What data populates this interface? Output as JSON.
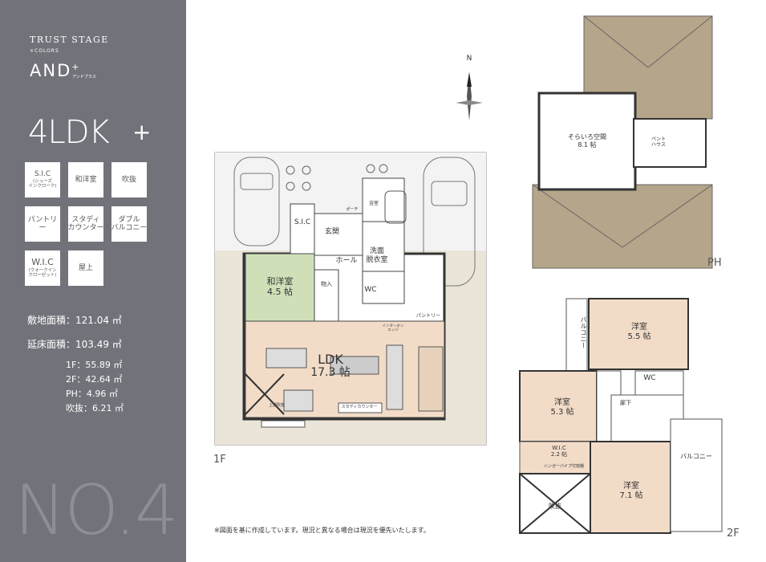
{
  "brand": {
    "line1": "TRUST STAGE",
    "line2": "×COLORS",
    "and": "AND",
    "plus": "+",
    "and_kana": "アンドプラス"
  },
  "plan": {
    "name": "4LDK",
    "plus": "+",
    "number": "NO.4"
  },
  "tags": [
    {
      "label": "S.I.C",
      "sub": "(シューズ\nインクローク)"
    },
    {
      "label": "和洋室",
      "sub": ""
    },
    {
      "label": "吹抜",
      "sub": ""
    },
    {
      "label": "パントリー",
      "sub": ""
    },
    {
      "label": "スタディ\nカウンター",
      "sub": ""
    },
    {
      "label": "ダブル\nバルコニー",
      "sub": ""
    },
    {
      "label": "W.I.C",
      "sub": "(ウォークイン\nクローゼット)"
    },
    {
      "label": "屋上",
      "sub": ""
    }
  ],
  "areas": {
    "site": "敷地面積：121.04 ㎡",
    "floor": "延床面積：103.49 ㎡",
    "f1": "1F：55.89 ㎡",
    "f2": "2F：42.64 ㎡",
    "ph": "PH：4.96 ㎡",
    "void": "吹抜：6.21 ㎡"
  },
  "floor_labels": {
    "f1": "1F",
    "f2": "2F",
    "ph": "PH"
  },
  "compass": "N",
  "rooms_1f": {
    "washitsu": "和洋室\n4.5 帖",
    "ldk_name": "LDK",
    "ldk_size": "17.3 帖",
    "sic": "S.I.C",
    "genkan": "玄関",
    "hall": "ホール",
    "senmen": "洗面\n脱衣室",
    "wc": "WC",
    "yokushitsu": "浴室",
    "monoire": "物入",
    "pantry": "パントリー",
    "study": "スタディカウンター",
    "porch": "ポーチ",
    "fukinuke": "上部吹抜",
    "interphone": "インターホン\nエッジ"
  },
  "rooms_2f": {
    "balcony1": "バルコニー",
    "yoshitsu1": "洋室\n5.5 帖",
    "wc": "WC",
    "yoshitsu2": "洋室\n5.3 帖",
    "rouka": "廊下",
    "wic": "W.I.C\n2.2 帖",
    "hanger": "ハンガーパイプ付枕棚",
    "yoshitsu3": "洋室\n7.1 帖",
    "balcony2": "バルコニー",
    "fukinuke": "吹抜"
  },
  "rooms_ph": {
    "sorairo": "そらいろ空間\n8.1 帖",
    "penthouse": "ペント\nハウス"
  },
  "note": "※図面を基に作成しています。現況と異なる場合は現況を優先いたします。"
}
